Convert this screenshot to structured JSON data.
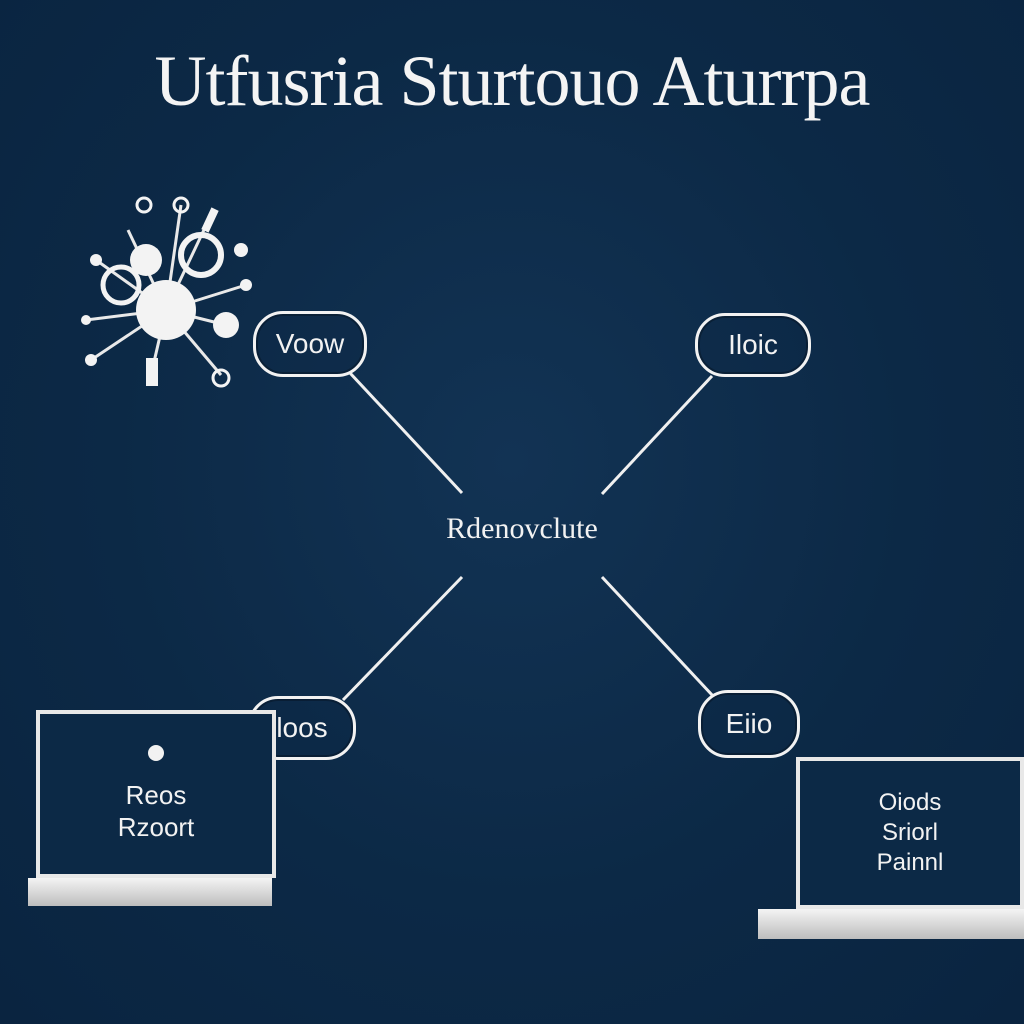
{
  "title": "Utfusria Sturtouo Aturrpa",
  "diagram": {
    "center": "Rdenovclute",
    "nodes": {
      "top_left": "Voow",
      "top_right": "Iloic",
      "bottom_left": "loos",
      "bottom_right": "Eiio"
    }
  },
  "laptop_left": {
    "lines": [
      "Reos",
      "Rzoort"
    ]
  },
  "laptop_right": {
    "lines": [
      "Oiods",
      "Sriorl",
      "Painnl"
    ]
  },
  "colors": {
    "background": "#0c2946",
    "foreground": "#f2f2f2"
  },
  "icons": {
    "network_cluster": "network-cluster-icon"
  }
}
